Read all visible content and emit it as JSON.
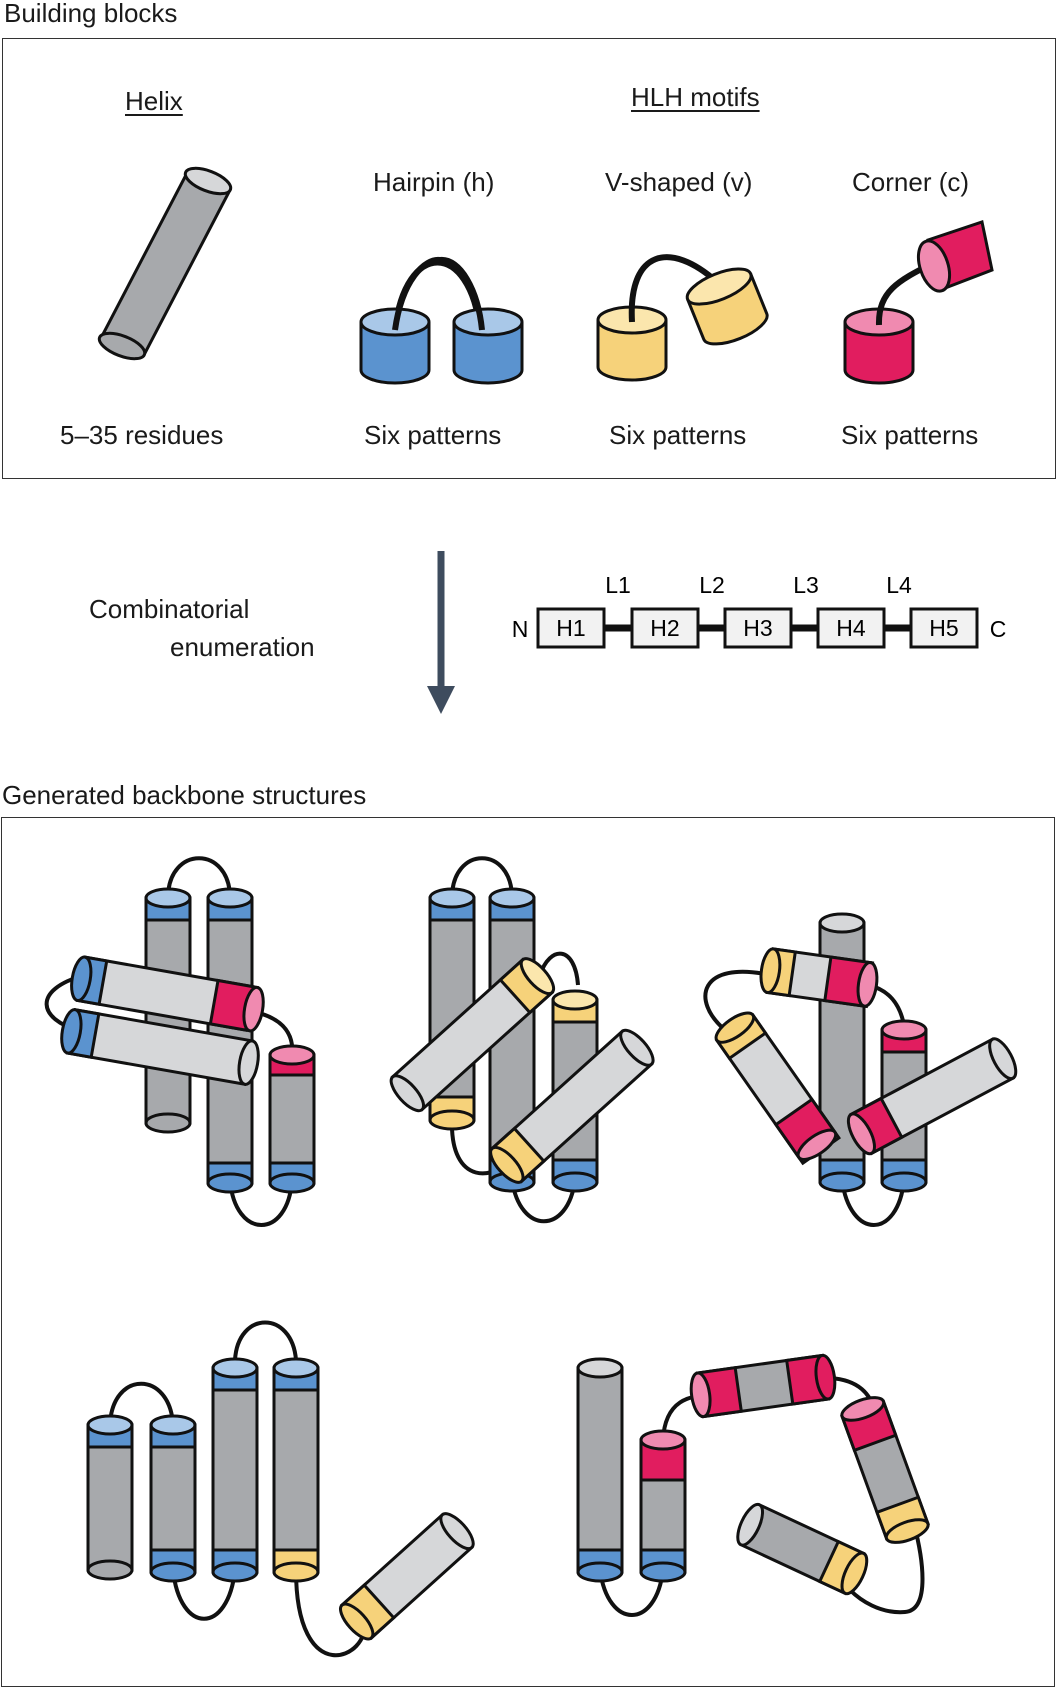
{
  "building_blocks": {
    "title": "Building blocks",
    "helix_heading": "Helix",
    "helix_caption": "5–35 residues",
    "hlh_heading": "HLH motifs",
    "motifs": [
      {
        "label": "Hairpin (h)",
        "caption": "Six patterns"
      },
      {
        "label": "V-shaped (v)",
        "caption": "Six patterns"
      },
      {
        "label": "Corner (c)",
        "caption": "Six patterns"
      }
    ]
  },
  "enumeration": {
    "label_line1": "Combinatorial",
    "label_line2": "enumeration",
    "n_term": "N",
    "c_term": "C",
    "helices": [
      "H1",
      "H2",
      "H3",
      "H4",
      "H5"
    ],
    "loops": [
      "L1",
      "L2",
      "L3",
      "L4"
    ]
  },
  "generated": {
    "title": "Generated backbone structures"
  },
  "colors": {
    "blue": "#5b93cf",
    "blue_light": "#a9c8e8",
    "yellow": "#f6d27a",
    "yellow_light": "#fbe6ad",
    "pink": "#e11d5f",
    "pink_light": "#f08ab0",
    "gray": "#a7a9ac",
    "gray_light": "#d6d7d9",
    "arrow": "#3e4c5e"
  }
}
